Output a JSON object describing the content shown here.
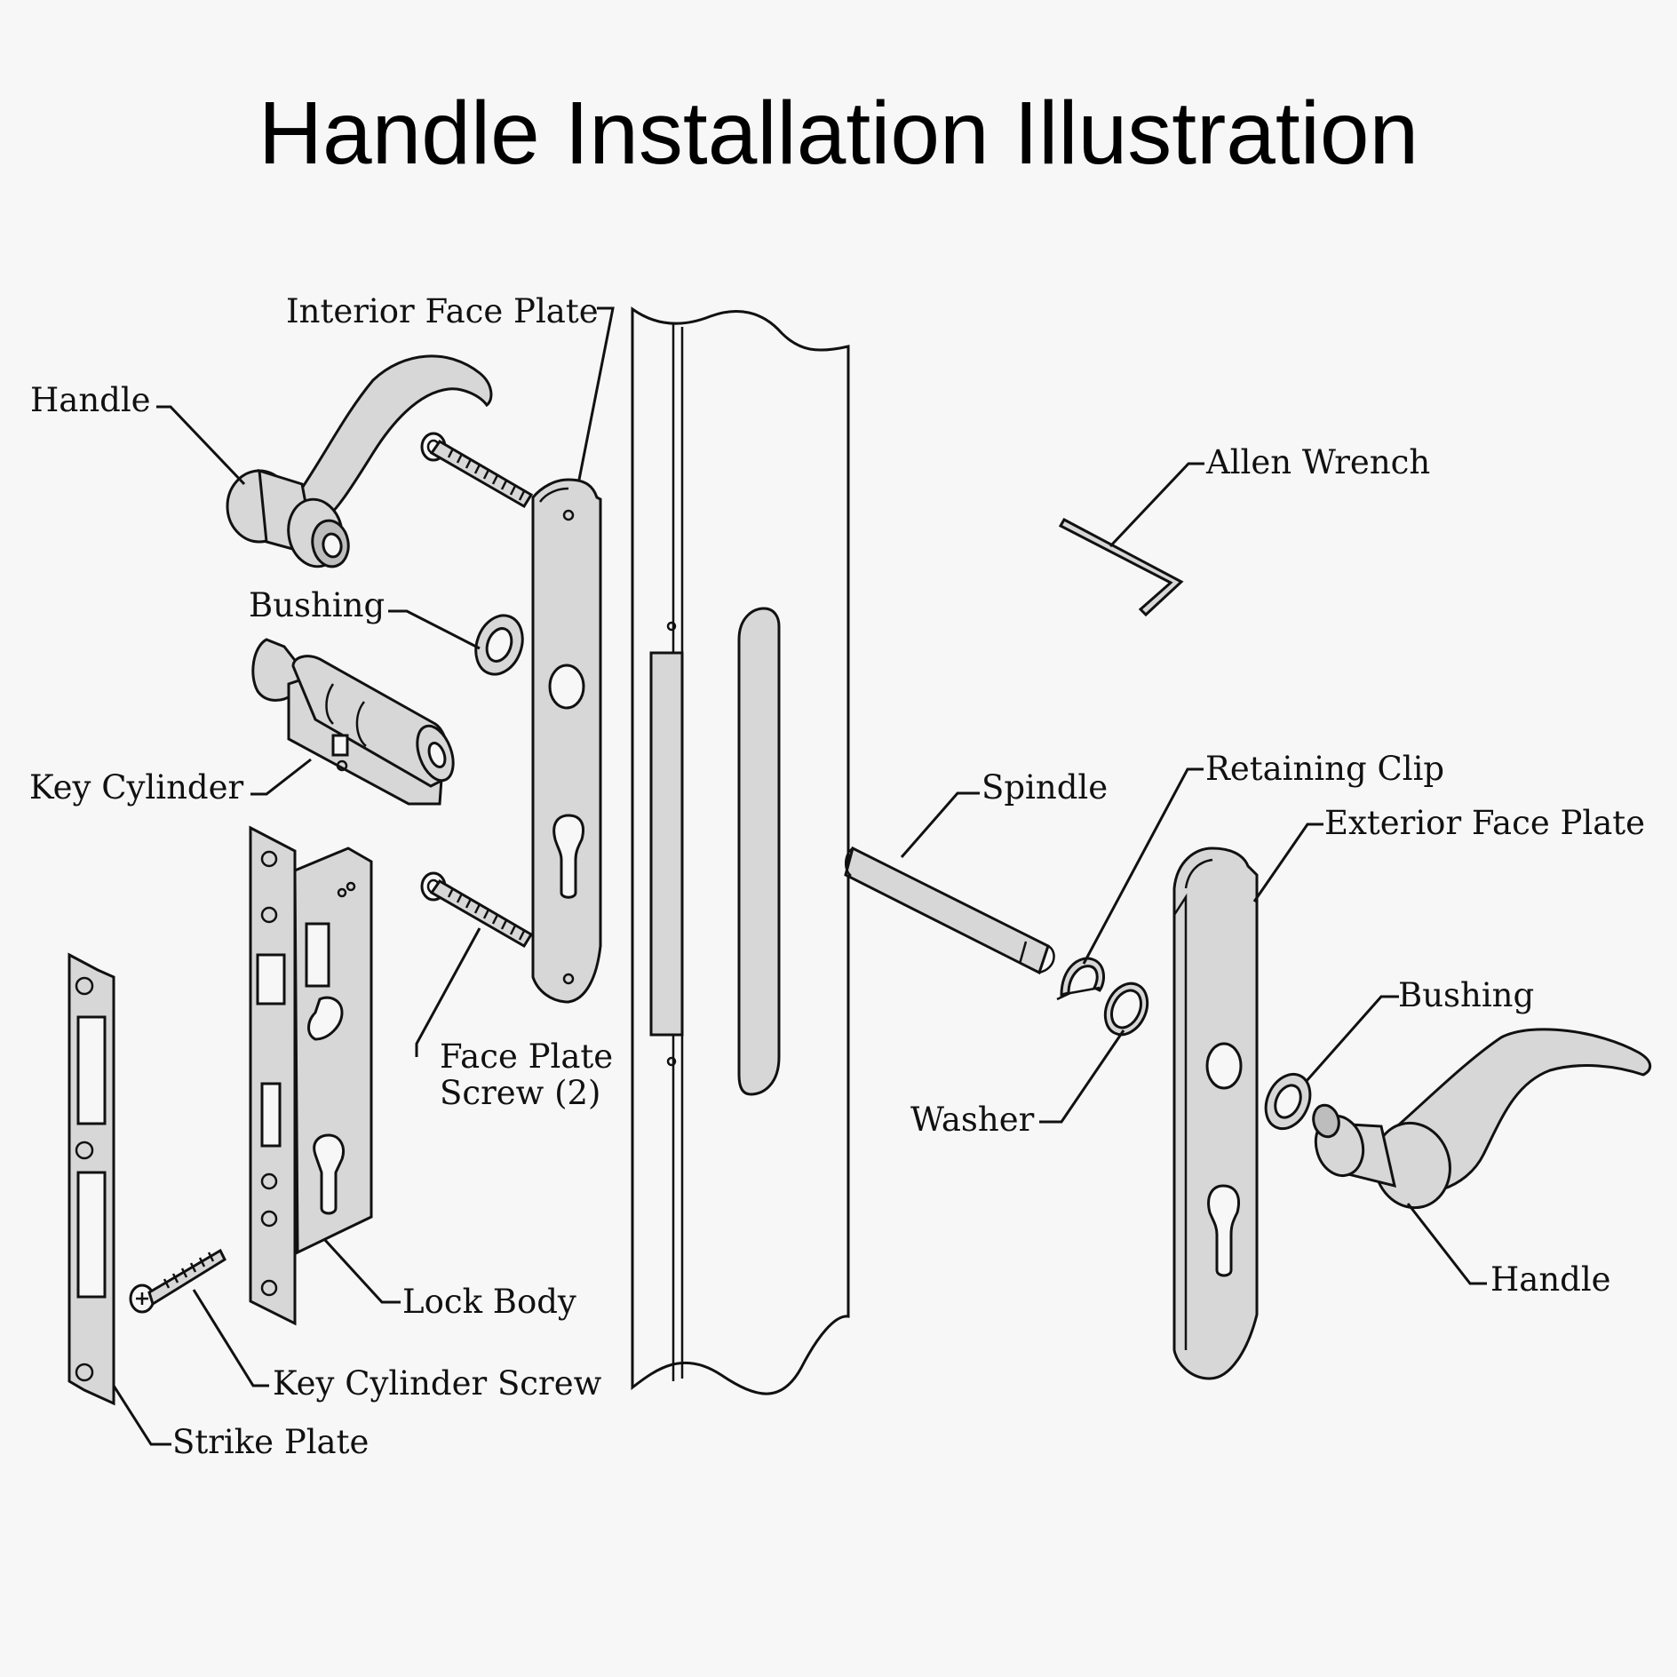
{
  "title": "Handle Installation Illustration",
  "labels": {
    "interior_face_plate": "Interior Face Plate",
    "handle_left": "Handle",
    "bushing_left": "Bushing",
    "key_cylinder": "Key Cylinder",
    "face_plate_screw": "Face Plate\nScrew (2)",
    "lock_body": "Lock Body",
    "key_cylinder_screw": "Key Cylinder Screw",
    "strike_plate": "Strike Plate",
    "allen_wrench": "Allen Wrench",
    "spindle": "Spindle",
    "retaining_clip": "Retaining Clip",
    "exterior_face_plate": "Exterior Face Plate",
    "bushing_right": "Bushing",
    "washer": "Washer",
    "handle_right": "Handle"
  },
  "colors": {
    "background": "#f7f7f7",
    "part_fill": "#d7d7d7",
    "outline": "#111111"
  }
}
